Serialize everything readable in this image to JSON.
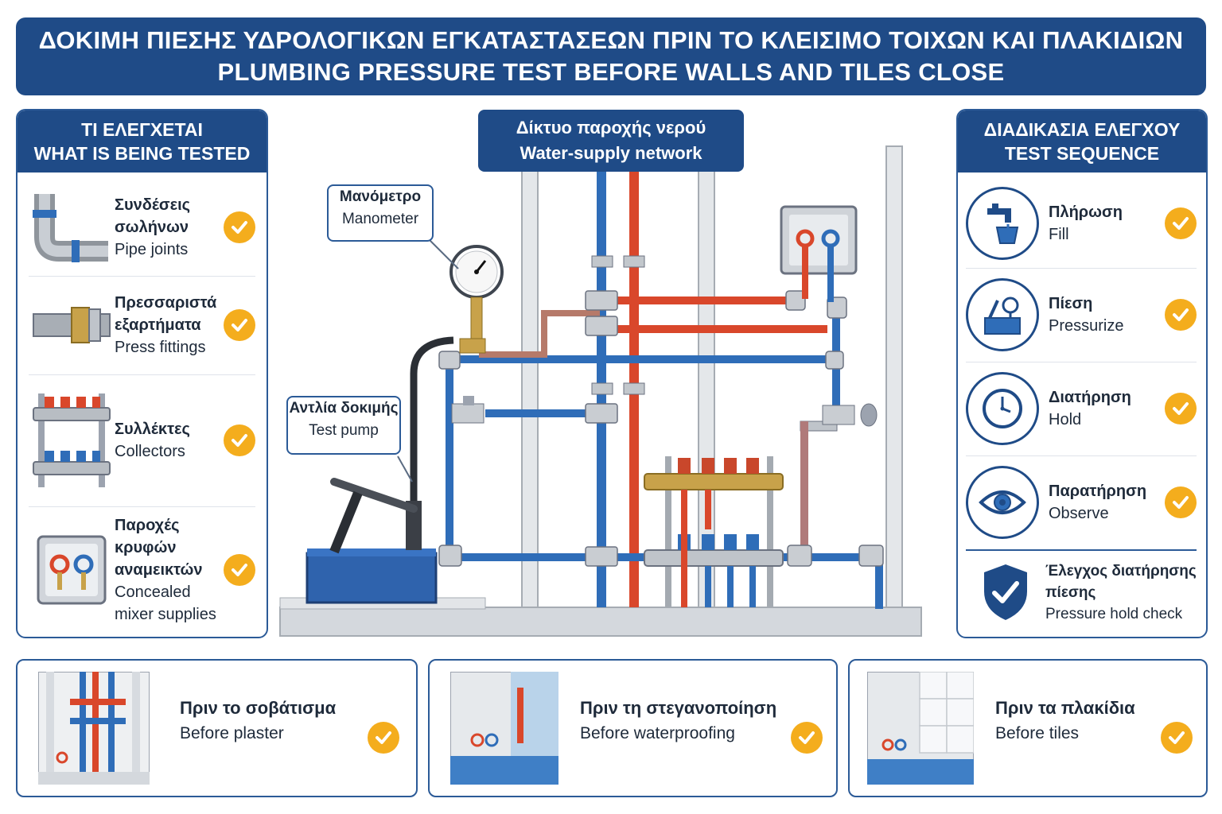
{
  "header": {
    "title_gr": "ΔΟΚΙΜΗ ΠΙΕΣΗΣ ΥΔΡΟΛΟΓΙΚΩΝ ΕΓΚΑΤΑΣΤΑΣΕΩΝ ΠΡΙΝ ΤΟ ΚΛΕΙΣΙΜΟ ΤΟΙΧΩΝ ΚΑΙ ΠΛΑΚΙΔΙΩΝ",
    "title_en": "PLUMBING PRESSURE TEST BEFORE WALLS AND TILES CLOSE"
  },
  "left_panel": {
    "title_gr": "ΤΙ ΕΛΕΓΧΕΤΑΙ",
    "title_en": "WHAT IS BEING TESTED",
    "items": [
      {
        "gr": "Συνδέσεις σωλήνων",
        "en": "Pipe joints",
        "icon": "pipe-elbow-icon"
      },
      {
        "gr": "Πρεσσαριστά εξαρτήματα",
        "en": "Press fittings",
        "icon": "press-fitting-icon"
      },
      {
        "gr": "Συλλέκτες",
        "en": "Collectors",
        "icon": "manifold-icon"
      },
      {
        "gr": "Παροχές κρυφών αναμεικτών",
        "en": "Concealed mixer supplies",
        "icon": "mixer-box-icon"
      }
    ]
  },
  "center": {
    "network_gr": "Δίκτυο παροχής νερού",
    "network_en": "Water-supply network",
    "manometer_gr": "Μανόμετρο",
    "manometer_en": "Manometer",
    "pump_gr": "Αντλία δοκιμής",
    "pump_en": "Test pump"
  },
  "right_panel": {
    "title_gr": "ΔΙΑΔΙΚΑΣΙΑ ΕΛΕΓΧΟΥ",
    "title_en": "TEST SEQUENCE",
    "steps": [
      {
        "gr": "Πλήρωση",
        "en": "Fill",
        "icon": "faucet-bucket-icon"
      },
      {
        "gr": "Πίεση",
        "en": "Pressurize",
        "icon": "pump-gauge-icon"
      },
      {
        "gr": "Διατήρηση",
        "en": "Hold",
        "icon": "clock-icon"
      },
      {
        "gr": "Παρατήρηση",
        "en": "Observe",
        "icon": "eye-icon"
      }
    ],
    "final_gr": "Έλεγχος διατήρησης πίεσης",
    "final_en": "Pressure hold check"
  },
  "stages": [
    {
      "gr": "Πριν το σοβάτισμα",
      "en": "Before plaster"
    },
    {
      "gr": "Πριν τη στεγανοποίηση",
      "en": "Before waterproofing"
    },
    {
      "gr": "Πριν τα πλακίδια",
      "en": "Before tiles"
    }
  ],
  "colors": {
    "navy": "#1f4b87",
    "hot_pipe": "#d9472b",
    "cold_pipe": "#2f6db8",
    "check": "#f4ad1d"
  }
}
